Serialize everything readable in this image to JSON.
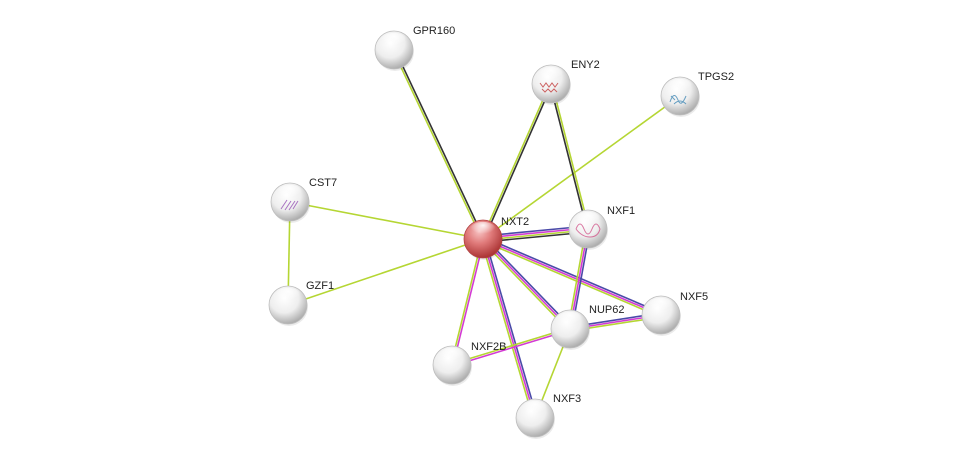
{
  "colors": {
    "background": "#ffffff",
    "query_node": "#d64b4b",
    "default_node": "#ffffff",
    "edge_textmining": "#b5d633",
    "edge_coexpression": "#333333",
    "edge_experiments": "#d33bd3",
    "edge_database": "#4a4aa8"
  },
  "nodes": [
    {
      "id": "NXT2",
      "label": "NXT2",
      "query": true,
      "icon": "protein-structure-icon"
    },
    {
      "id": "GPR160",
      "label": "GPR160"
    },
    {
      "id": "ENY2",
      "label": "ENY2",
      "icon": "protein-structure-icon"
    },
    {
      "id": "TPGS2",
      "label": "TPGS2",
      "icon": "protein-structure-icon"
    },
    {
      "id": "CST7",
      "label": "CST7",
      "icon": "protein-structure-icon"
    },
    {
      "id": "GZF1",
      "label": "GZF1"
    },
    {
      "id": "NXF1",
      "label": "NXF1",
      "icon": "protein-structure-icon"
    },
    {
      "id": "NUP62",
      "label": "NUP62"
    },
    {
      "id": "NXF5",
      "label": "NXF5"
    },
    {
      "id": "NXF2B",
      "label": "NXF2B"
    },
    {
      "id": "NXF3",
      "label": "NXF3"
    }
  ],
  "edges": [
    {
      "source": "NXT2",
      "target": "GPR160",
      "evidence": [
        "textmining",
        "coexpression"
      ]
    },
    {
      "source": "NXT2",
      "target": "ENY2",
      "evidence": [
        "textmining",
        "coexpression"
      ]
    },
    {
      "source": "NXT2",
      "target": "TPGS2",
      "evidence": [
        "textmining"
      ]
    },
    {
      "source": "NXT2",
      "target": "CST7",
      "evidence": [
        "textmining"
      ]
    },
    {
      "source": "NXT2",
      "target": "GZF1",
      "evidence": [
        "textmining"
      ]
    },
    {
      "source": "NXT2",
      "target": "NXF1",
      "evidence": [
        "database",
        "experiments",
        "textmining",
        "coexpression"
      ]
    },
    {
      "source": "NXT2",
      "target": "NXF5",
      "evidence": [
        "database",
        "experiments",
        "textmining"
      ]
    },
    {
      "source": "NXT2",
      "target": "NUP62",
      "evidence": [
        "database",
        "experiments",
        "textmining"
      ]
    },
    {
      "source": "NXT2",
      "target": "NXF2B",
      "evidence": [
        "experiments",
        "textmining"
      ]
    },
    {
      "source": "NXT2",
      "target": "NXF3",
      "evidence": [
        "database",
        "experiments",
        "textmining"
      ]
    },
    {
      "source": "ENY2",
      "target": "NXF1",
      "evidence": [
        "textmining",
        "coexpression"
      ]
    },
    {
      "source": "CST7",
      "target": "GZF1",
      "evidence": [
        "textmining"
      ]
    },
    {
      "source": "NXF1",
      "target": "NUP62",
      "evidence": [
        "database",
        "experiments",
        "textmining"
      ]
    },
    {
      "source": "NUP62",
      "target": "NXF5",
      "evidence": [
        "database",
        "experiments",
        "textmining"
      ]
    },
    {
      "source": "NUP62",
      "target": "NXF2B",
      "evidence": [
        "experiments",
        "textmining"
      ]
    },
    {
      "source": "NUP62",
      "target": "NXF3",
      "evidence": [
        "textmining"
      ]
    }
  ]
}
